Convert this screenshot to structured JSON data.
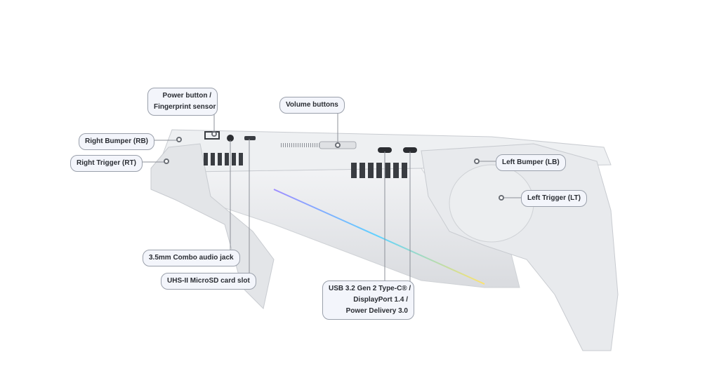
{
  "title": "Handheld gaming device — top edge ports and buttons",
  "labels": {
    "power": [
      "Power button /",
      "Fingerprint sensor"
    ],
    "volume": "Volume buttons",
    "rb": "Right Bumper (RB)",
    "rt": "Right Trigger (RT)",
    "lb": "Left Bumper (LB)",
    "lt": "Left Trigger (LT)",
    "audio": "3.5mm Combo audio jack",
    "microsd": "UHS-II MicroSD card slot",
    "usb": [
      "USB 3.2 Gen 2 Type-C® /",
      "DisplayPort 1.4 /",
      "Power Delivery 3.0"
    ]
  },
  "colors": {
    "body": "#e6e7ea",
    "outline": "#9aa0ab",
    "label_bg": "#f3f5fb"
  }
}
